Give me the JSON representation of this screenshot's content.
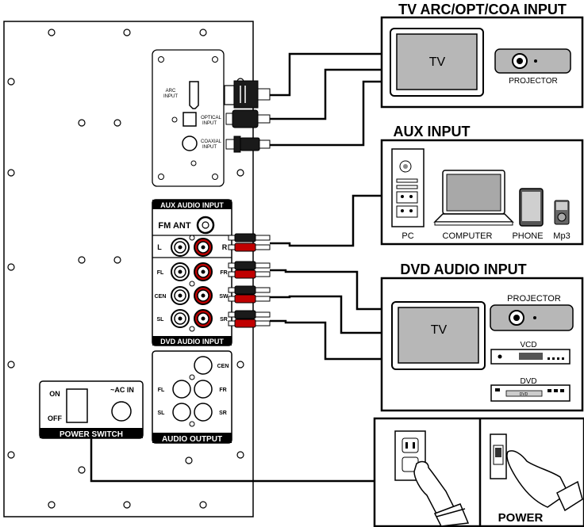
{
  "panel": {
    "top": {
      "arc_input": [
        "ARC",
        "INPUT"
      ],
      "optical_input": [
        "OPTICAL",
        "INPUT"
      ],
      "coaxial_input": [
        "COAXIAL",
        "INPUT"
      ]
    },
    "aux_audio_input": "AUX AUDIO INPUT",
    "fm_ant": "FM ANT",
    "jacks": {
      "L": "L",
      "R": "R",
      "FL": "FL",
      "FR": "FR",
      "CEN": "CEN",
      "SW": "SW",
      "SL": "SL",
      "SR": "SR"
    },
    "dvd_audio_input": "DVD AUDIO INPUT",
    "audio_output": {
      "title": "AUDIO OUTPUT",
      "cen": "CEN",
      "fl": "FL",
      "fr": "FR",
      "sl": "SL",
      "sr": "SR"
    },
    "power": {
      "on": "ON",
      "off": "OFF",
      "ac_in": "~AC  IN",
      "title": "POWER SWITCH"
    }
  },
  "sections": {
    "tv_arc": {
      "title": "TV ARC/OPT/COA INPUT",
      "tv": "TV",
      "projector": "PROJECTOR"
    },
    "aux": {
      "title": "AUX INPUT",
      "devices": [
        "PC",
        "COMPUTER",
        "PHONE",
        "Mp3"
      ]
    },
    "dvd": {
      "title": "DVD AUDIO INPUT",
      "tv": "TV",
      "projector": "PROJECTOR",
      "vcd": "VCD",
      "dvd": "DVD",
      "dvd_display": "DVD"
    },
    "power": {
      "label": "POWER"
    }
  }
}
